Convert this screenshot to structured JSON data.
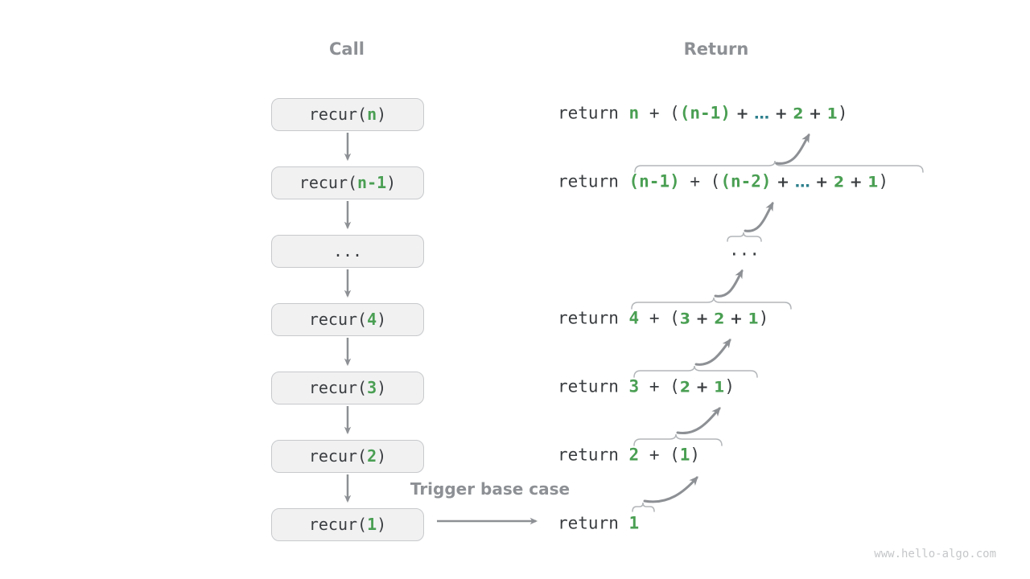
{
  "page": {
    "watermark": "www.hello-algo.com"
  },
  "headers": {
    "call": "Call",
    "return": "Return"
  },
  "labels": {
    "trigger": "Trigger base case"
  },
  "colors": {
    "dark": "#3a3d40",
    "green": "#4a9f53",
    "teal": "#2c7f8c",
    "gray": "#8d9094",
    "brace": "#b3b6b9",
    "boxfill": "#f1f1f2",
    "boxline": "#c7c9cb",
    "watermark": "#c5c7c9",
    "bg": "#ffffff"
  },
  "call_stack": [
    {
      "segments": [
        {
          "t": "recur(",
          "s": "m"
        },
        {
          "t": "n",
          "s": "mg"
        },
        {
          "t": ")",
          "s": "m"
        }
      ]
    },
    {
      "segments": [
        {
          "t": "recur(",
          "s": "m"
        },
        {
          "t": "n-1",
          "s": "mg"
        },
        {
          "t": ")",
          "s": "m"
        }
      ]
    },
    {
      "segments": [
        {
          "t": "...",
          "s": "m"
        }
      ]
    },
    {
      "segments": [
        {
          "t": "recur(",
          "s": "m"
        },
        {
          "t": "4",
          "s": "mg"
        },
        {
          "t": ")",
          "s": "m"
        }
      ]
    },
    {
      "segments": [
        {
          "t": "recur(",
          "s": "m"
        },
        {
          "t": "3",
          "s": "mg"
        },
        {
          "t": ")",
          "s": "m"
        }
      ]
    },
    {
      "segments": [
        {
          "t": "recur(",
          "s": "m"
        },
        {
          "t": "2",
          "s": "mg"
        },
        {
          "t": ")",
          "s": "m"
        }
      ]
    },
    {
      "segments": [
        {
          "t": "recur(",
          "s": "m"
        },
        {
          "t": "1",
          "s": "mg"
        },
        {
          "t": ")",
          "s": "m"
        }
      ]
    }
  ],
  "return_lines": [
    {
      "segments": [
        {
          "t": "return ",
          "s": "m"
        },
        {
          "t": "n",
          "s": "mg"
        },
        {
          "t": " + (",
          "s": "m"
        },
        {
          "t": "(n-1)",
          "s": "mg"
        },
        {
          "t": " + ",
          "s": "b"
        },
        {
          "t": "…",
          "s": "bt"
        },
        {
          "t": " + ",
          "s": "b"
        },
        {
          "t": "2",
          "s": "bg"
        },
        {
          "t": " + ",
          "s": "b"
        },
        {
          "t": "1",
          "s": "bg"
        },
        {
          "t": ")",
          "s": "m"
        }
      ]
    },
    {
      "segments": [
        {
          "t": "return ",
          "s": "m"
        },
        {
          "t": "(n-1)",
          "s": "mg"
        },
        {
          "t": " + (",
          "s": "m"
        },
        {
          "t": "(n-2)",
          "s": "mg"
        },
        {
          "t": " + ",
          "s": "b"
        },
        {
          "t": "…",
          "s": "bt"
        },
        {
          "t": " + ",
          "s": "b"
        },
        {
          "t": "2",
          "s": "bg"
        },
        {
          "t": " + ",
          "s": "b"
        },
        {
          "t": "1",
          "s": "bg"
        },
        {
          "t": ")",
          "s": "m"
        }
      ]
    },
    {
      "segments": [
        {
          "t": "...",
          "s": "m"
        }
      ]
    },
    {
      "segments": [
        {
          "t": "return ",
          "s": "m"
        },
        {
          "t": "4",
          "s": "mg"
        },
        {
          "t": " + (",
          "s": "m"
        },
        {
          "t": "3",
          "s": "bg"
        },
        {
          "t": " + ",
          "s": "b"
        },
        {
          "t": "2",
          "s": "bg"
        },
        {
          "t": " + ",
          "s": "b"
        },
        {
          "t": "1",
          "s": "bg"
        },
        {
          "t": ")",
          "s": "m"
        }
      ]
    },
    {
      "segments": [
        {
          "t": "return ",
          "s": "m"
        },
        {
          "t": "3",
          "s": "mg"
        },
        {
          "t": " + (",
          "s": "m"
        },
        {
          "t": "2",
          "s": "bg"
        },
        {
          "t": " + ",
          "s": "b"
        },
        {
          "t": "1",
          "s": "bg"
        },
        {
          "t": ")",
          "s": "m"
        }
      ]
    },
    {
      "segments": [
        {
          "t": "return ",
          "s": "m"
        },
        {
          "t": "2",
          "s": "mg"
        },
        {
          "t": " + (",
          "s": "m"
        },
        {
          "t": "1",
          "s": "mg"
        },
        {
          "t": ")",
          "s": "m"
        }
      ]
    },
    {
      "segments": [
        {
          "t": "return ",
          "s": "m"
        },
        {
          "t": "1",
          "s": "mg"
        }
      ]
    }
  ]
}
